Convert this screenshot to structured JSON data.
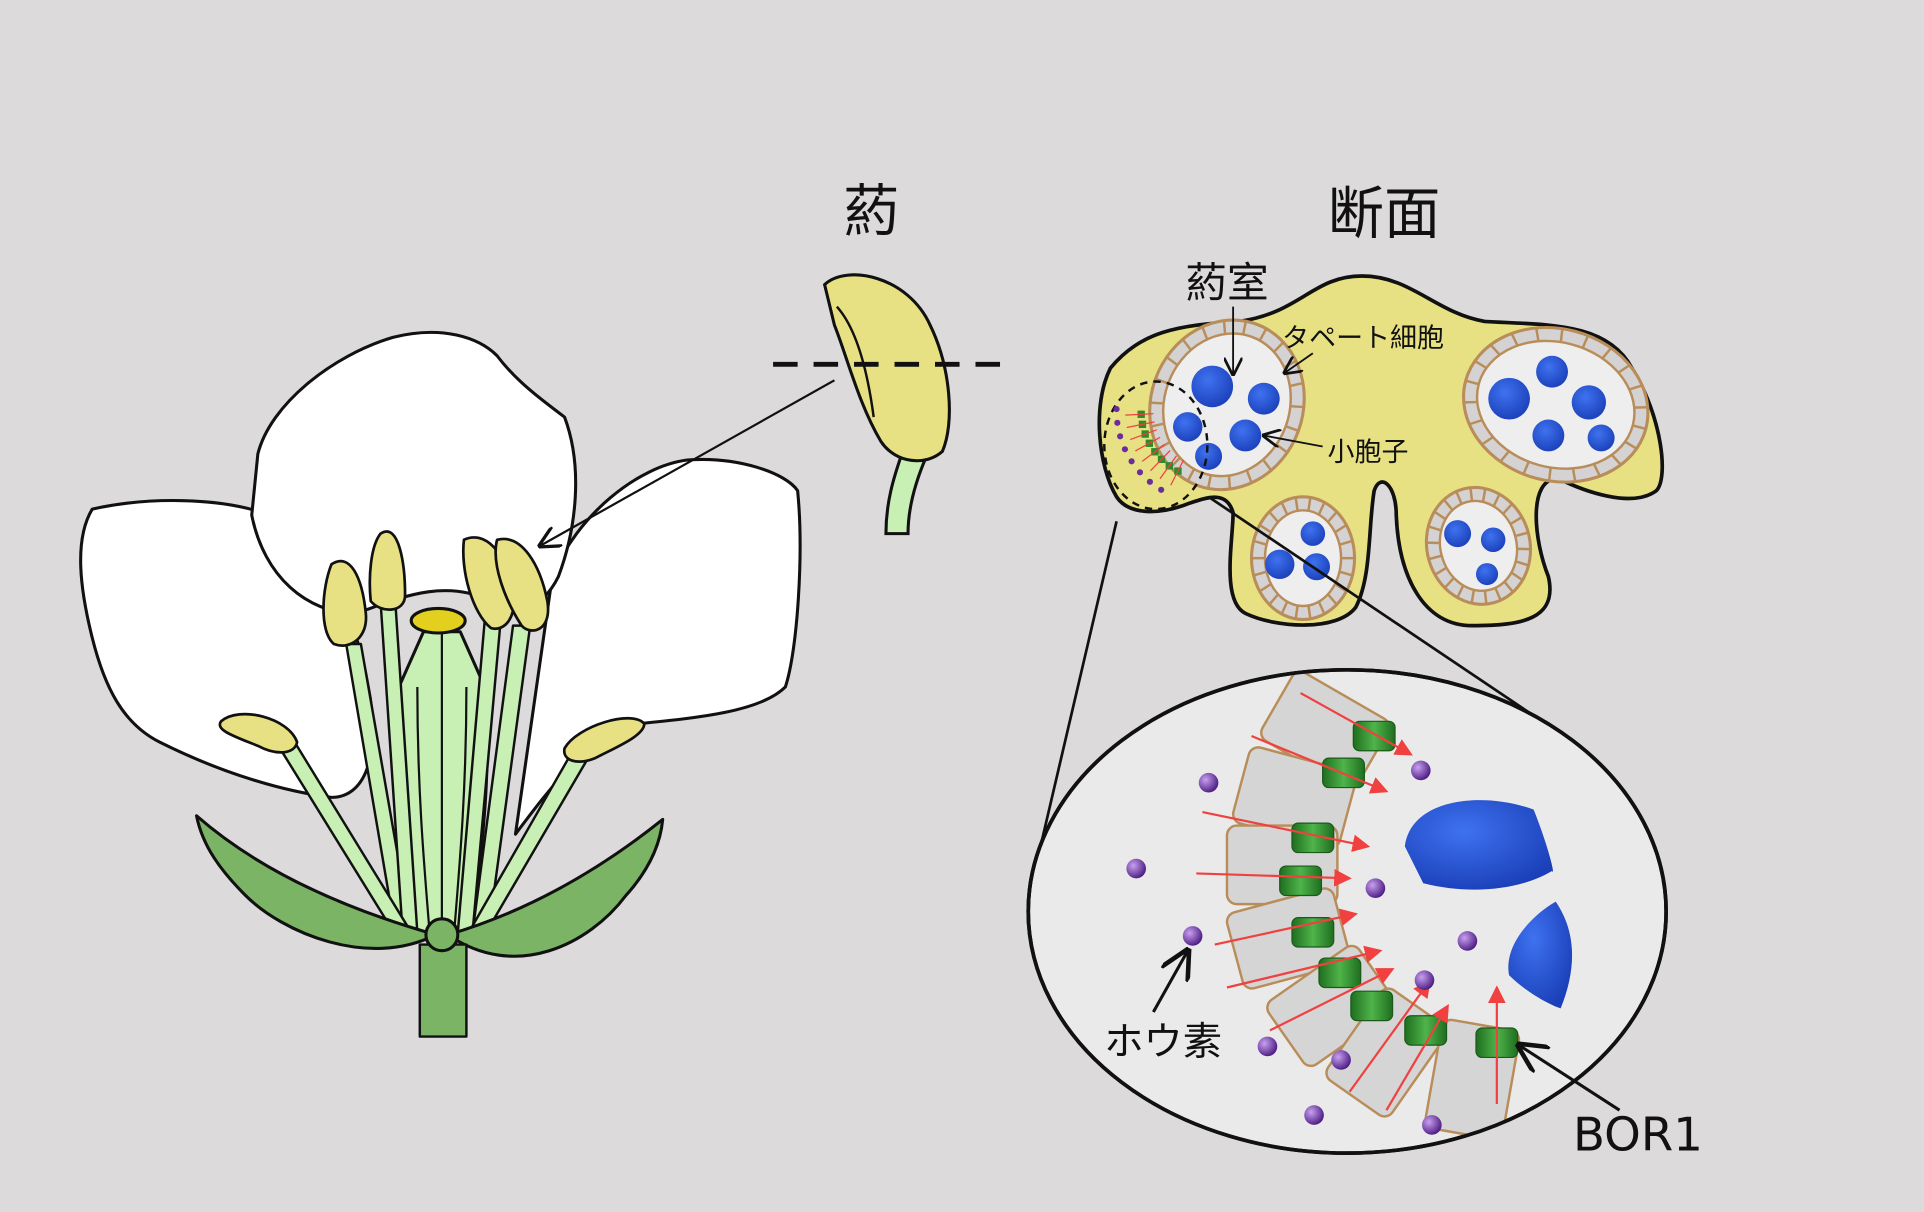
{
  "labels": {
    "anther": "葯",
    "cross_section": "断面",
    "locule": "葯室",
    "tapetum": "タペート細胞",
    "microspore": "小胞子",
    "boron": "ホウ素",
    "bor1": "BOR1"
  },
  "colors": {
    "background": "#dcdadb",
    "anther_yellow": "#e8e183",
    "filament_green": "#c8f0b4",
    "sepal_green": "#7ab464",
    "microspore_blue": "#1f4fd0",
    "bor1_green": "#2e8a2a",
    "boron_purple": "#6a2d9a",
    "arrow_red": "#f04040"
  }
}
